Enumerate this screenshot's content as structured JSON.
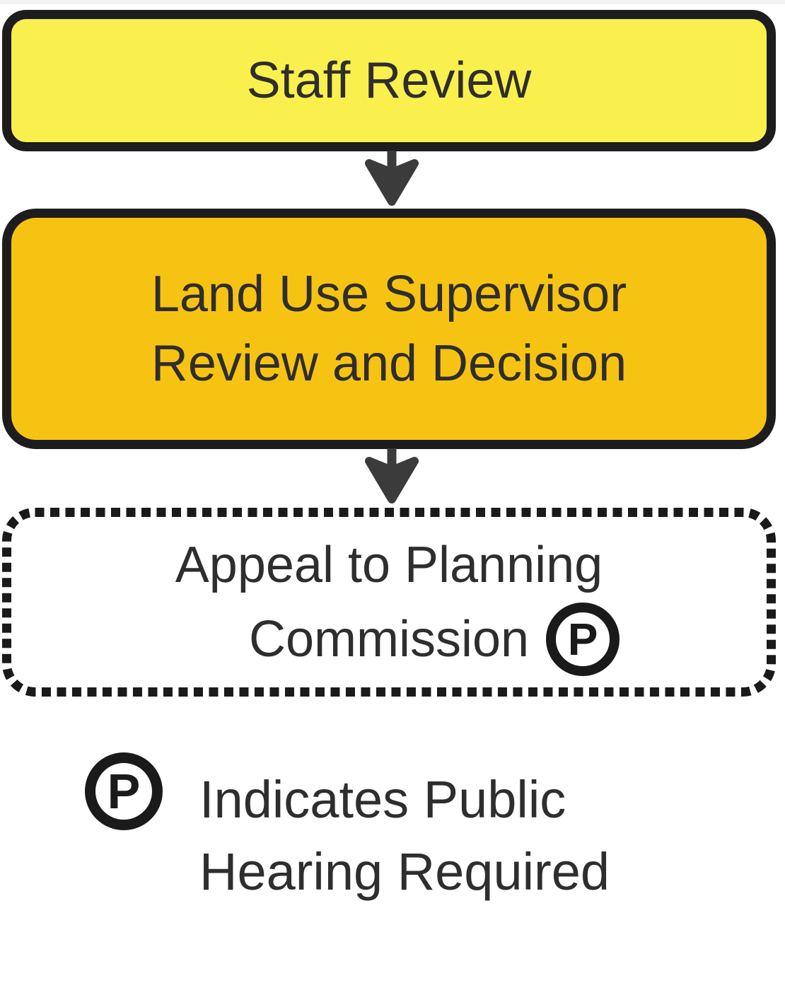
{
  "colors": {
    "background": "#ffffff",
    "top_strip": "#f4f4f4",
    "node_border": "#1d1d1f",
    "staff_review_fill": "#FAF04D",
    "supervisor_fill": "#F7C313",
    "appeal_fill": "#ffffff",
    "dashed_border": "#1a1a1a",
    "arrow": "#3b3b3b",
    "text": "#2e2e2e",
    "badge": "#1a1a1a"
  },
  "flowchart": {
    "node_staff_review": {
      "label": "Staff Review"
    },
    "node_supervisor": {
      "line1": "Land Use Supervisor",
      "line2": "Review and Decision"
    },
    "node_appeal": {
      "line1": "Appeal to Planning",
      "line2": "Commission",
      "badge_letter": "P"
    }
  },
  "legend": {
    "badge_letter": "P",
    "line1": "Indicates Public",
    "line2": "Hearing Required"
  }
}
